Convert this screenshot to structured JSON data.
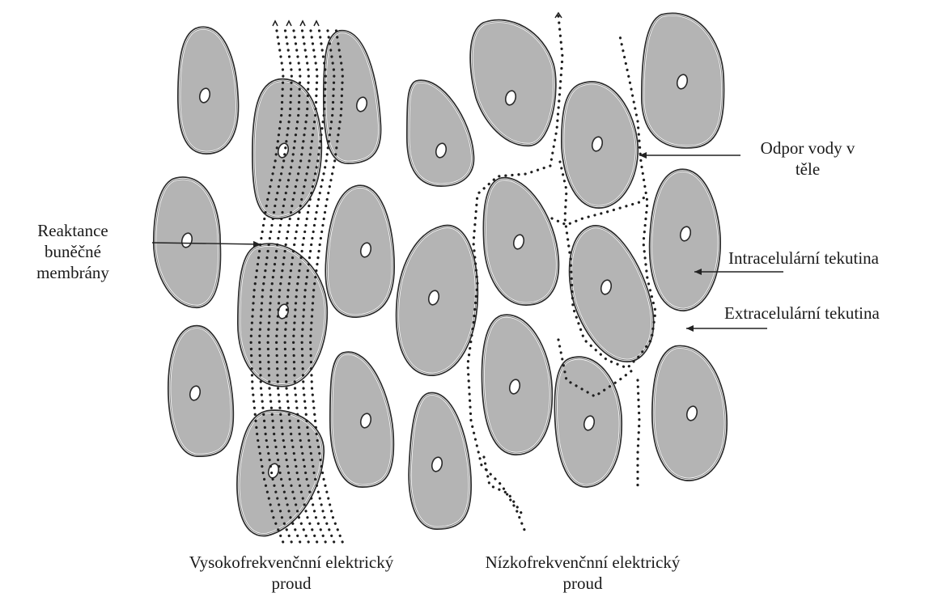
{
  "labels": {
    "water_resistance": [
      "Odpor vody v",
      "těle"
    ],
    "reactance": [
      "Reaktance",
      "buněčné",
      "membrány"
    ],
    "intracellular": "Intracelulární tekutina",
    "extracellular": "Extracelulární tekutina",
    "high_freq": [
      "Vysokofrekvenčnní elektrický",
      "proud"
    ],
    "low_freq": [
      "Nízkofrekvenčnní elektrický",
      "proud"
    ]
  },
  "colors": {
    "cell_fill": "#b4b4b4",
    "outline": "#2a2a2a",
    "current_dots": "#1e1e1e"
  }
}
